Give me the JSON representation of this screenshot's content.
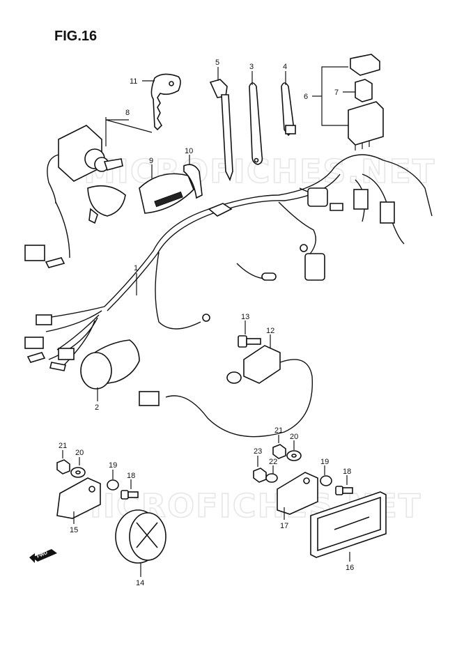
{
  "figure": {
    "title": "FIG.16"
  },
  "watermark": {
    "text": "MICROFICHES.NET"
  },
  "forward_marker": {
    "text": "FWD"
  },
  "callouts": [
    {
      "id": "c1",
      "text": "1"
    },
    {
      "id": "c2",
      "text": "2"
    },
    {
      "id": "c3",
      "text": "3"
    },
    {
      "id": "c4",
      "text": "4"
    },
    {
      "id": "c5",
      "text": "5"
    },
    {
      "id": "c6",
      "text": "6"
    },
    {
      "id": "c7",
      "text": "7"
    },
    {
      "id": "c8",
      "text": "8"
    },
    {
      "id": "c9",
      "text": "9"
    },
    {
      "id": "c10",
      "text": "10"
    },
    {
      "id": "c11",
      "text": "11"
    },
    {
      "id": "c12",
      "text": "12"
    },
    {
      "id": "c13",
      "text": "13"
    },
    {
      "id": "c14",
      "text": "14"
    },
    {
      "id": "c15",
      "text": "15"
    },
    {
      "id": "c16",
      "text": "16"
    },
    {
      "id": "c17",
      "text": "17"
    },
    {
      "id": "c18a",
      "text": "18"
    },
    {
      "id": "c19a",
      "text": "19"
    },
    {
      "id": "c20a",
      "text": "20"
    },
    {
      "id": "c21a",
      "text": "21"
    },
    {
      "id": "c18b",
      "text": "18"
    },
    {
      "id": "c19b",
      "text": "19"
    },
    {
      "id": "c20b",
      "text": "20"
    },
    {
      "id": "c21b",
      "text": "21"
    },
    {
      "id": "c22",
      "text": "22"
    },
    {
      "id": "c23",
      "text": "23"
    }
  ]
}
